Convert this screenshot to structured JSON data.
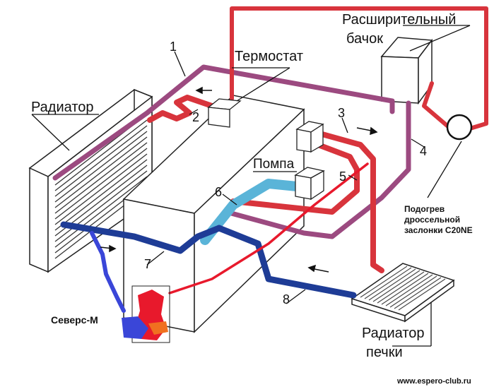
{
  "labels": {
    "radiator": "Радиатор",
    "thermostat": "Термостат",
    "expansion_tank_line1": "Расширительный",
    "expansion_tank_line2": "бачок",
    "pump": "Помпа",
    "heater_radiator_line1": "Радиатор",
    "heater_radiator_line2": "печки",
    "throttle_heater_line1": "Подогрев",
    "throttle_heater_line2": "дроссельной",
    "throttle_heater_line3": "заслонки C20NE",
    "sever_m": "Северс-М",
    "website": "www.espero-club.ru"
  },
  "hose_numbers": [
    "1",
    "2",
    "3",
    "4",
    "5",
    "6",
    "7",
    "8"
  ],
  "colors": {
    "hot": "#d8343c",
    "coolant_return": "#9c4a80",
    "cold": "#1e3c96",
    "pump_light": "#5ab4d8",
    "heater_unit_red": "#e8192c",
    "heater_unit_blue": "#3a46d8",
    "outline": "#222222"
  }
}
